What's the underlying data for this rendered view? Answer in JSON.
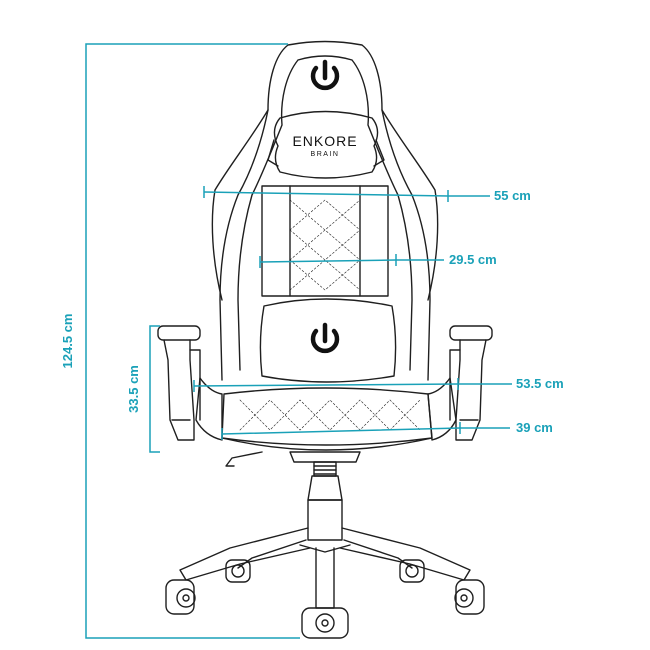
{
  "colors": {
    "dimension": "#1aa1b8",
    "outline": "#1f1f1f",
    "background": "#ffffff"
  },
  "brand": {
    "name": "ENKORE",
    "subname": "BRAIN"
  },
  "icons": {
    "headrest_logo": "power-icon",
    "lumbar_logo": "power-icon"
  },
  "dimensions": {
    "total_height": "124.5 cm",
    "backrest_width": "55 cm",
    "backrest_inner_width": "29.5 cm",
    "armrest_height": "33.5 cm",
    "seat_width": "53.5 cm",
    "seat_depth": "39 cm"
  }
}
